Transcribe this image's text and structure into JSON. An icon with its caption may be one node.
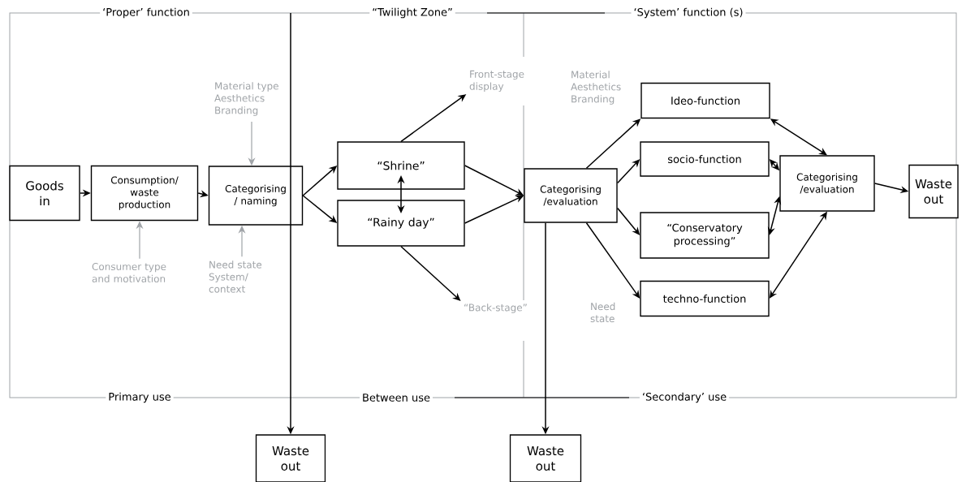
{
  "diagram": {
    "nodes": [
      {
        "text": [
          "Goods in"
        ]
      },
      {
        "text": [
          "Consumption/ waste production"
        ]
      },
      {
        "text": [
          "Categorising / naming"
        ]
      },
      {
        "text": [
          "Material type Aesthetics Branding"
        ]
      },
      {
        "text": [
          "Consumer type and motivation"
        ]
      },
      {
        "text": [
          "Need state System/ context"
        ]
      },
      {
        "text": [
          "“Shrine”"
        ]
      },
      {
        "text": [
          "“Rainy day”"
        ]
      },
      {
        "text": [
          "Front-stage display"
        ]
      },
      {
        "text": [
          "“Back-stage”"
        ]
      },
      {
        "text": [
          "Categorising /evaluation"
        ]
      },
      {
        "text": [
          "Ideo-function"
        ]
      },
      {
        "text": [
          "socio-function"
        ]
      },
      {
        "text": [
          "“Conservatory processing”"
        ]
      },
      {
        "text": [
          "techno-function"
        ]
      },
      {
        "text": [
          "Categorising /evaluation"
        ]
      },
      {
        "text": [
          "Waste out"
        ]
      },
      {
        "text": [
          "Waste out"
        ]
      },
      {
        "text": [
          "Waste out"
        ]
      }
    ],
    "edges": [
      {
        "from": 0,
        "to": 1,
        "arrow": "to"
      },
      {
        "from": 1,
        "to": 2,
        "arrow": "to"
      },
      {
        "from": 3,
        "to": 2,
        "arrow": "to",
        "color": "#a0a4a8"
      },
      {
        "from": 4,
        "to": 1,
        "arrow": "to",
        "color": "#a0a4a8"
      },
      {
        "from": 5,
        "to": 2,
        "arrow": "to",
        "color": "#a0a4a8"
      },
      {
        "from": 2,
        "to": 6,
        "arrow": "to"
      },
      {
        "from": 2,
        "to": 7,
        "arrow": "to"
      },
      {
        "from": 6,
        "to": 7,
        "arrow": "both"
      },
      {
        "from": 6,
        "to": 8,
        "arrow": "to"
      },
      {
        "from": 7,
        "to": 9,
        "arrow": "to"
      },
      {
        "from": 6,
        "to": 10,
        "arrow": "to"
      },
      {
        "from": 7,
        "to": 10,
        "arrow": "to"
      },
      {
        "from": 10,
        "to": 11,
        "arrow": "to"
      },
      {
        "from": 10,
        "to": 12,
        "arrow": "to"
      },
      {
        "from": 10,
        "to": 13,
        "arrow": "to"
      },
      {
        "from": 10,
        "to": 14,
        "arrow": "to"
      },
      {
        "from": 11,
        "to": 15,
        "arrow": "both"
      },
      {
        "from": 12,
        "to": 15,
        "arrow": "both"
      },
      {
        "from": 13,
        "to": 15,
        "arrow": "both"
      },
      {
        "from": 14,
        "to": 15,
        "arrow": "both"
      },
      {
        "from": 15,
        "to": 16,
        "arrow": "to"
      },
      {
        "from": null,
        "to": 17,
        "arrow": "to"
      },
      {
        "from": 10,
        "to": 18,
        "arrow": "to"
      }
    ],
    "labels": [
      "‘Proper’ function",
      "“Twilight Zone”",
      "‘System’ function (s)",
      "Material Aesthetics Branding",
      "Need state",
      "Primary use",
      "Between use",
      "‘Secondary’ use"
    ]
  }
}
